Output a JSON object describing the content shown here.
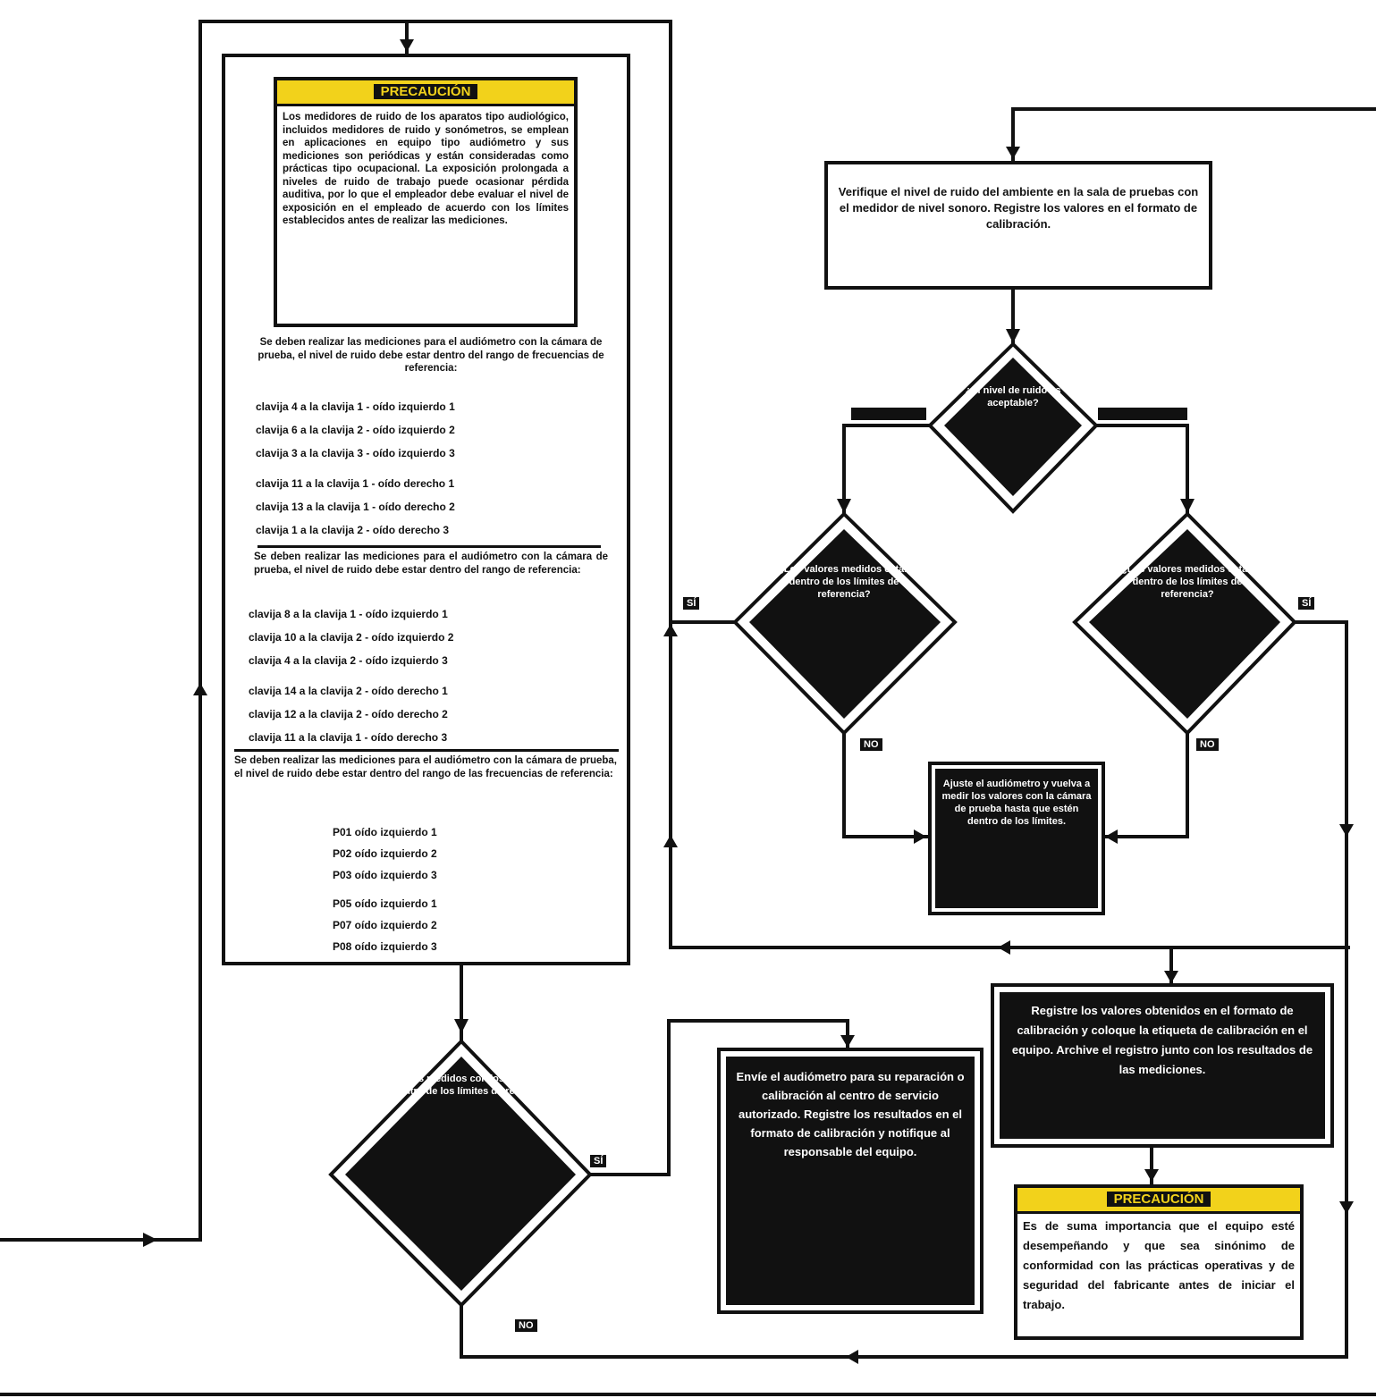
{
  "caution_top": {
    "title": "PRECAUCIÓN",
    "body": "Los medidores de ruido de los aparatos tipo audiológico, incluidos medidores de ruido y sonómetros, se emplean en aplicaciones en equipo tipo audiómetro y sus mediciones son periódicas y están consideradas como prácticas tipo ocupacional. La exposición prolongada a niveles de ruido de trabajo puede ocasionar pérdida auditiva, por lo que el empleador debe evaluar el nivel de exposición en el empleado de acuerdo con los límites establecidos antes de realizar las mediciones."
  },
  "main_box": {
    "intro1": "Se deben realizar las mediciones para el audiómetro con la cámara de prueba, el nivel de ruido debe estar dentro del rango de frecuencias de referencia:",
    "group1": [
      "clavija 4 a la clavija 1 - oído izquierdo 1",
      "clavija 6 a la clavija 2 - oído izquierdo 2",
      "clavija 3 a la clavija 3 - oído izquierdo 3",
      "clavija 11 a la clavija 1 - oído derecho 1",
      "clavija 13 a la clavija 1 - oído derecho 2",
      "clavija 1 a la clavija 2 - oído derecho 3"
    ],
    "intro2": "Se deben realizar las mediciones para el audiómetro con la cámara de prueba, el nivel de ruido debe estar dentro del rango de referencia:",
    "group2": [
      "clavija 8 a la clavija 1 - oído izquierdo 1",
      "clavija 10 a la clavija 2 - oído izquierdo 2",
      "clavija 4 a la clavija 2 - oído izquierdo 3",
      "clavija 14 a la clavija 2 - oído derecho 1",
      "clavija 12 a la clavija 2 - oído derecho 2",
      "clavija 11 a la clavija 1 - oído derecho 3"
    ],
    "intro3": "Se deben realizar las mediciones para el audiómetro con la cámara de prueba, el nivel de ruido debe estar dentro del rango de las frecuencias de referencia:",
    "group3": [
      "P01 oído izquierdo 1",
      "P02 oído izquierdo 2",
      "P03 oído izquierdo 3",
      "P05 oído izquierdo 1",
      "P07 oído izquierdo 2",
      "P08 oído izquierdo 3"
    ]
  },
  "top_box": {
    "text": "Verifique el nivel de ruido del ambiente en la sala de pruebas con el medidor de nivel sonoro. Registre los valores en el formato de calibración."
  },
  "decision_top": {
    "text": "¿El nivel de ruido es aceptable?"
  },
  "decision_left": {
    "text": "¿Los valores medidos están dentro de los límites de referencia?",
    "label_yes": "SÍ",
    "label_no": "NO"
  },
  "decision_right": {
    "text": "¿Los valores medidos están dentro de los límites de referencia?",
    "label_yes": "SÍ",
    "label_no": "NO"
  },
  "decision_bottom": {
    "text": "¿Los valores medidos con los auriculares están dentro de los límites de referencia?",
    "label_yes": "SÍ",
    "label_no": "NO"
  },
  "label_top_left": "",
  "label_top_right": "",
  "middle_box": {
    "text": "Ajuste el audiómetro y vuelva a medir los valores con la cámara de prueba hasta que estén dentro de los límites."
  },
  "bottom_mid_box": {
    "text": "Envíe el audiómetro para su reparación o calibración al centro de servicio autorizado. Registre los resultados en el formato de calibración y notifique al responsable del equipo."
  },
  "right_box": {
    "text": "Registre los valores obtenidos en el formato de calibración y coloque la etiqueta de calibración en el equipo. Archive el registro junto con los resultados de las mediciones."
  },
  "caution_right": {
    "title": "PRECAUCIÓN",
    "body": "Es de suma importancia que el equipo esté desempeñando y que sea sinónimo de conformidad con las prácticas operativas y de seguridad del fabricante antes de iniciar el trabajo."
  },
  "colors": {
    "caution_yellow": "#f2d21b",
    "ink": "#111111"
  }
}
